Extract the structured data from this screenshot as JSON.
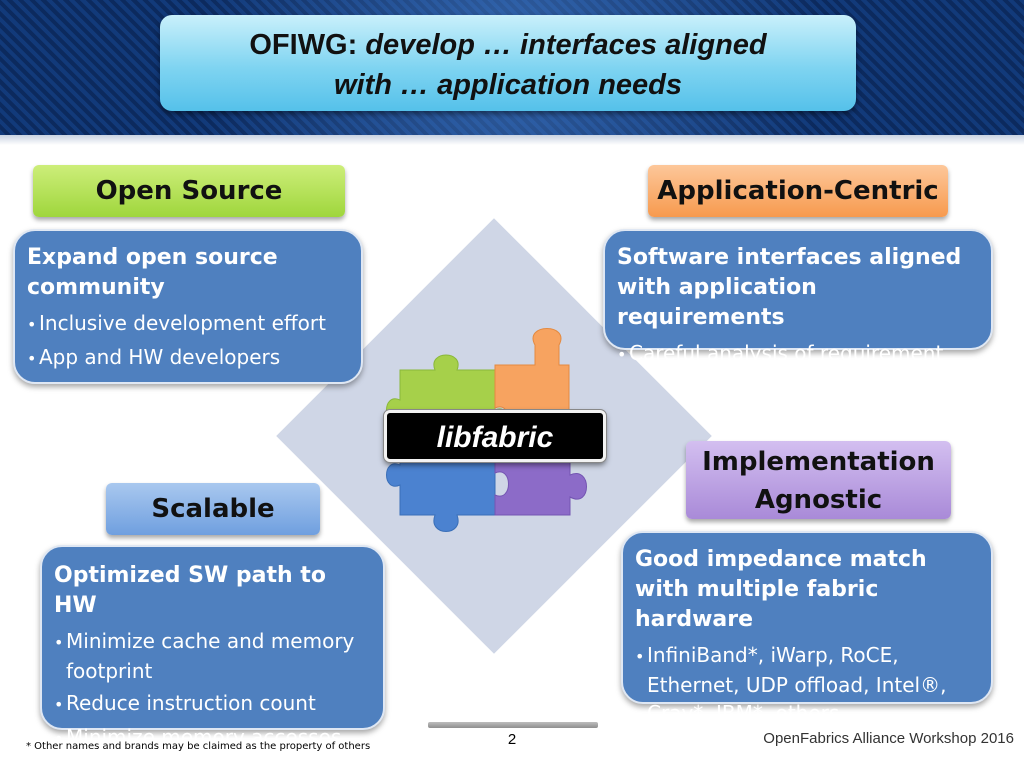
{
  "title": {
    "line1_prefix": "OFIWG: ",
    "line1_italic": "develop … interfaces aligned",
    "line2_italic": "with … application needs"
  },
  "center": {
    "label": "libfabric"
  },
  "quadrants": {
    "open_source": {
      "label": "Open Source",
      "heading": "Expand open source community",
      "bullets": [
        "Inclusive development effort",
        "App and HW developers"
      ]
    },
    "application_centric": {
      "label": "Application-Centric",
      "heading": "Software interfaces aligned with application requirements",
      "bullets": [
        "Careful analysis of requirement"
      ]
    },
    "implementation_agnostic": {
      "label_line1": "Implementation",
      "label_line2": "Agnostic",
      "heading": "Good impedance match with multiple fabric hardware",
      "bullets": [
        "InfiniBand*, iWarp, RoCE, Ethernet, UDP offload, Intel®, Cray*, IBM*, others"
      ]
    },
    "scalable": {
      "label": "Scalable",
      "heading": "Optimized SW path to HW",
      "bullets": [
        "Minimize cache and memory footprint",
        "Reduce instruction count",
        "Minimize memory accesses"
      ]
    }
  },
  "footer": {
    "page_number": "2",
    "note": "* Other names and brands may be claimed as the property of others",
    "workshop": "OpenFabrics Alliance Workshop 2016"
  },
  "colors": {
    "open_source": "#9fd63c",
    "application_centric": "#f79a4e",
    "implementation_agnostic": "#a98ad8",
    "scalable": "#6f9fdf",
    "box_blue": "#4f80bf"
  },
  "icons": [
    "puzzle-icon"
  ]
}
